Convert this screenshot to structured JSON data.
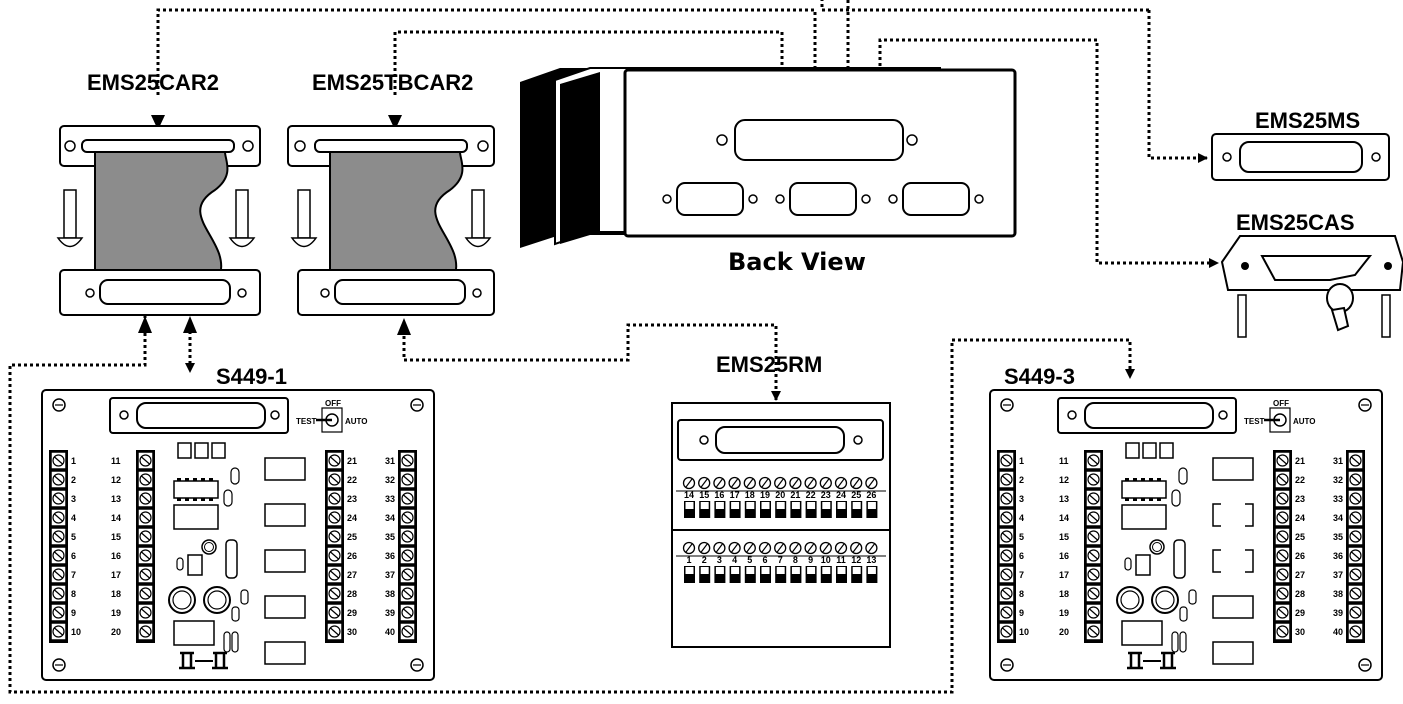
{
  "labels": {
    "car2": "EMS25CAR2",
    "tbcar2": "EMS25TBCAR2",
    "ms": "EMS25MS",
    "cas": "EMS25CAS",
    "back_view": "Back View",
    "s449_1": "S449-1",
    "rm": "EMS25RM",
    "s449_3": "S449-3"
  },
  "switch": {
    "off": "OFF",
    "test": "TEST",
    "auto": "AUTO"
  },
  "terminals_left_a": [
    "1",
    "2",
    "3",
    "4",
    "5",
    "6",
    "7",
    "8",
    "9",
    "10"
  ],
  "terminals_left_b": [
    "11",
    "12",
    "13",
    "14",
    "15",
    "16",
    "17",
    "18",
    "19",
    "20"
  ],
  "terminals_right_a": [
    "21",
    "22",
    "23",
    "24",
    "25",
    "26",
    "27",
    "28",
    "29",
    "30"
  ],
  "terminals_right_b": [
    "31",
    "32",
    "33",
    "34",
    "35",
    "36",
    "37",
    "38",
    "39",
    "40"
  ],
  "rm_top": [
    "14",
    "15",
    "16",
    "17",
    "18",
    "19",
    "20",
    "21",
    "22",
    "23",
    "24",
    "25",
    "26"
  ],
  "rm_bottom": [
    "1",
    "2",
    "3",
    "4",
    "5",
    "6",
    "7",
    "8",
    "9",
    "10",
    "11",
    "12",
    "13"
  ],
  "colors": {
    "ink": "#000000",
    "ribbon": "#8c8c8c",
    "paper": "#ffffff"
  }
}
